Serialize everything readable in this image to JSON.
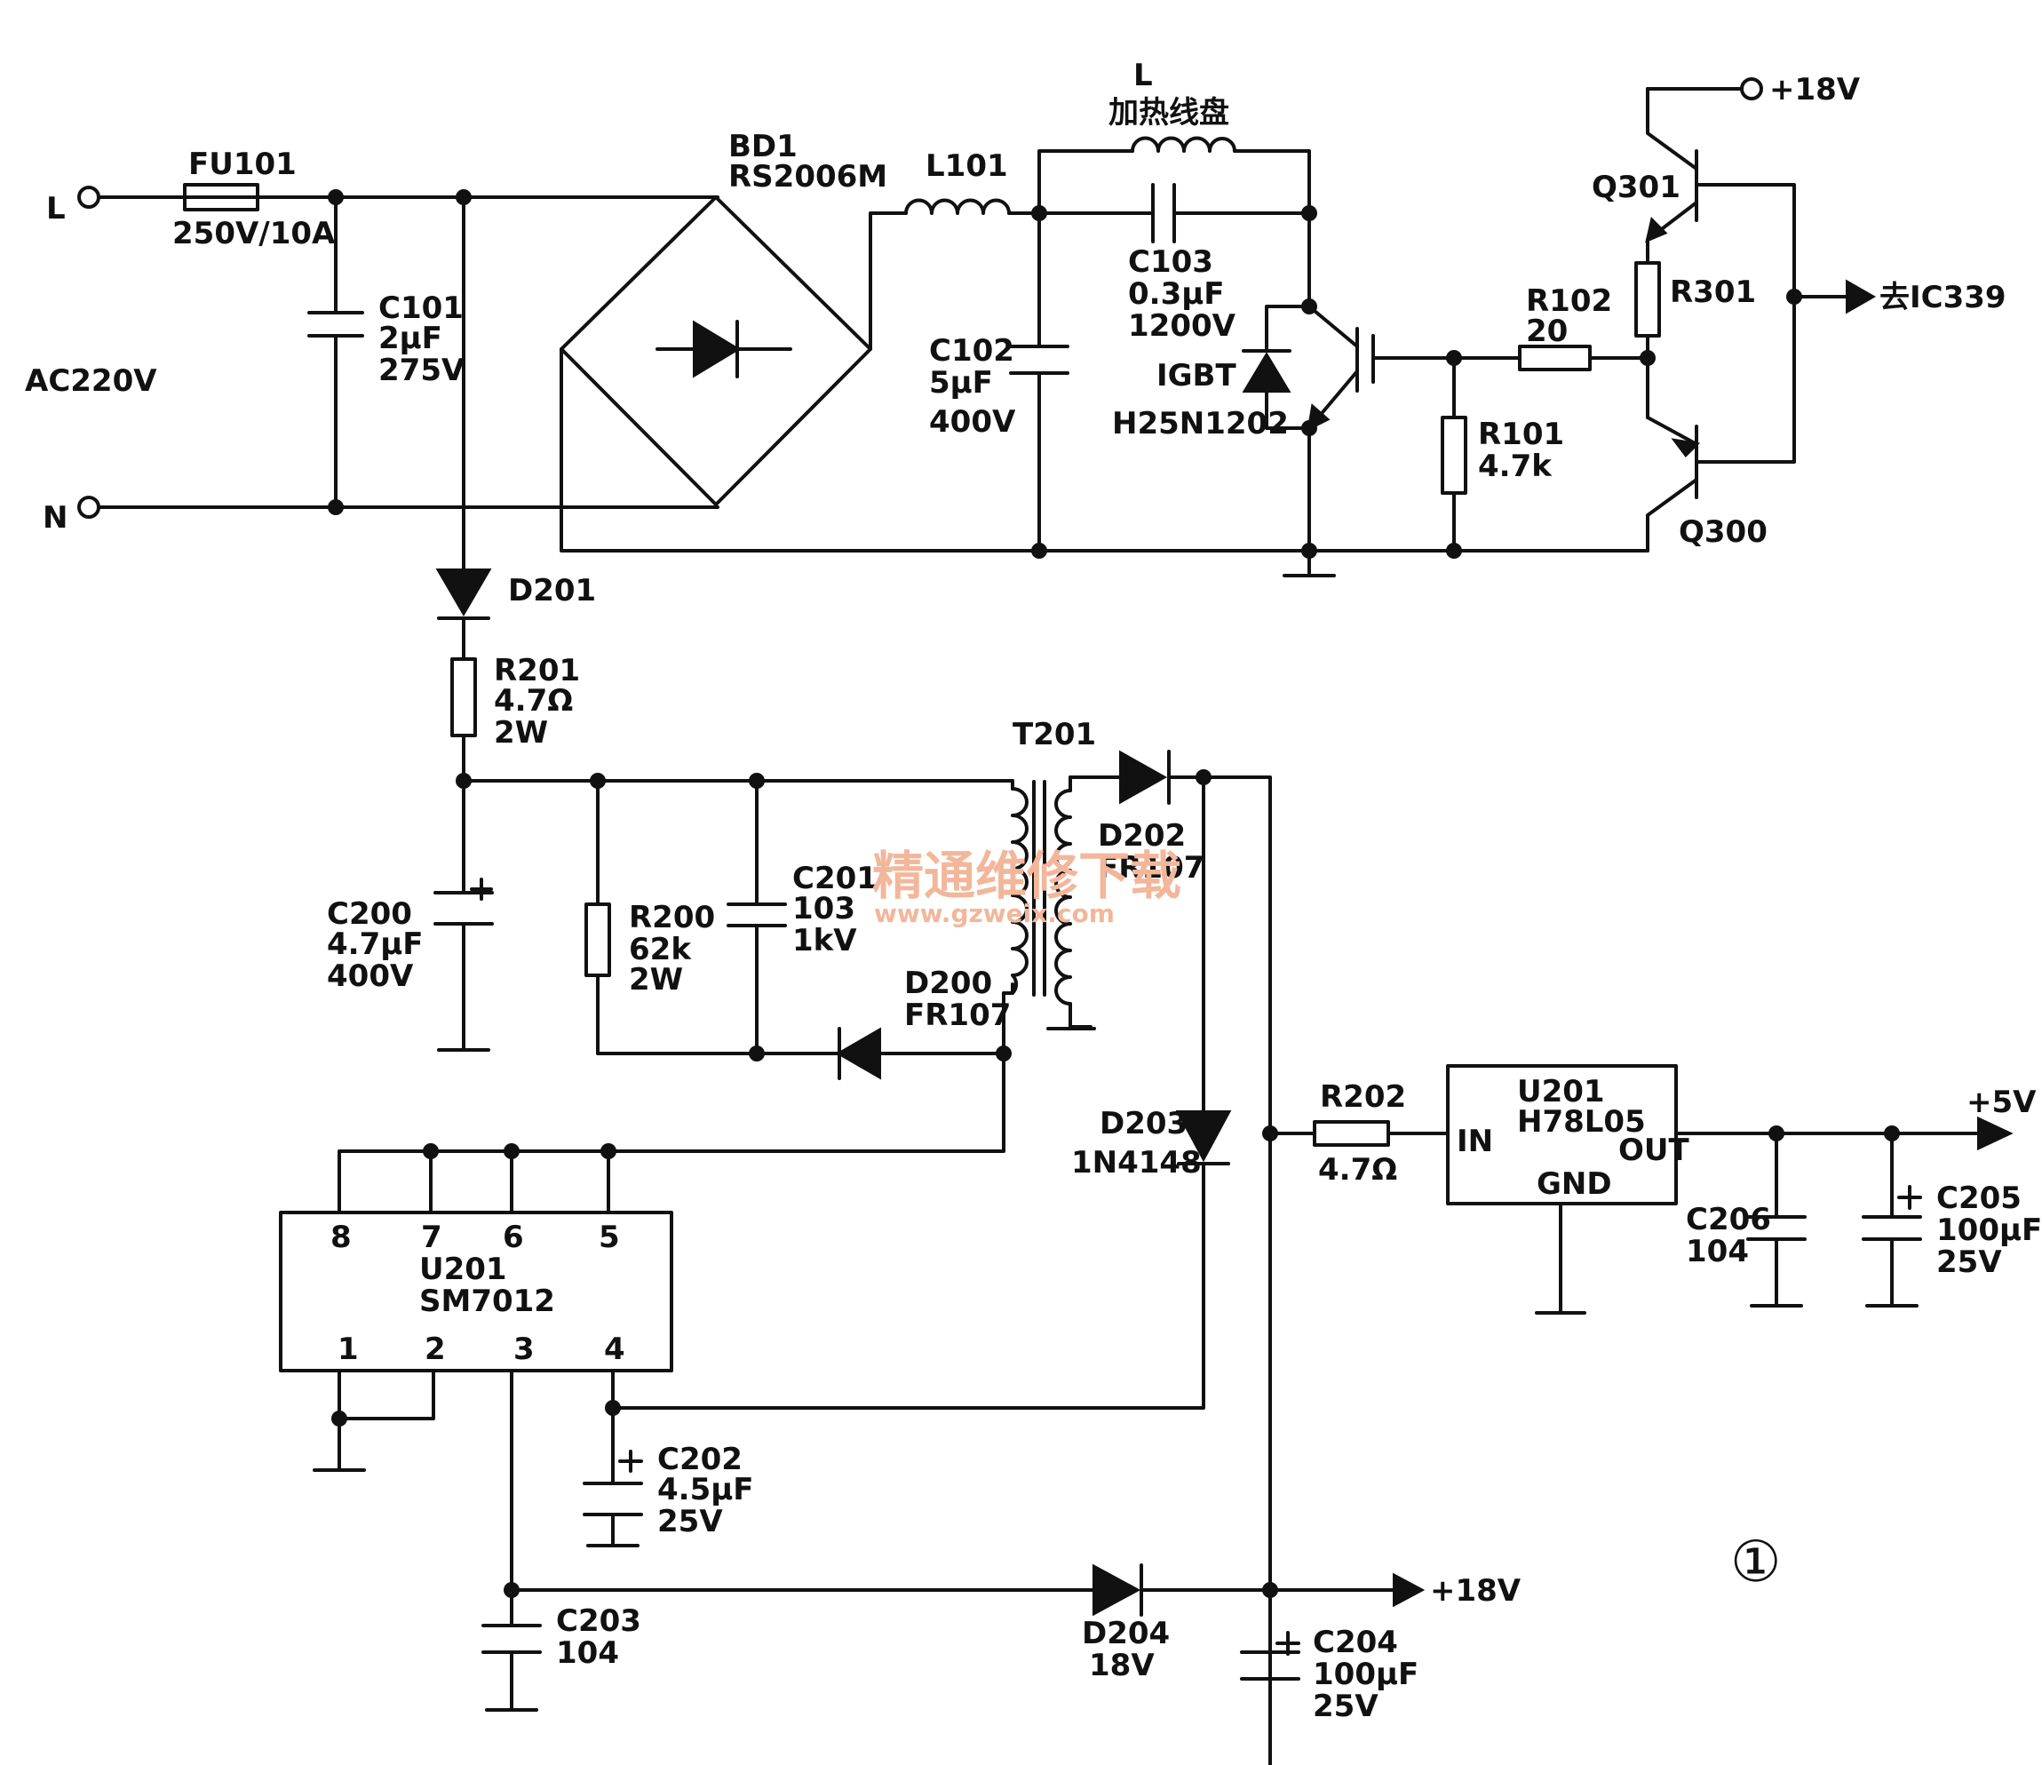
{
  "terminals": {
    "l": "L",
    "n": "N",
    "ac": "AC220V"
  },
  "fuse": {
    "ref": "FU101",
    "rating": "250V/10A"
  },
  "c101": {
    "ref": "C101",
    "value": "2μF",
    "voltage": "275V"
  },
  "bridge": {
    "ref": "BD1",
    "part": "RS2006M"
  },
  "l101": {
    "ref": "L101"
  },
  "coil": {
    "ref": "L",
    "name": "加热线盘"
  },
  "c102": {
    "ref": "C102",
    "value": "5μF",
    "voltage": "400V"
  },
  "c103": {
    "ref": "C103",
    "value": "0.3μF",
    "voltage": "1200V"
  },
  "igbt": {
    "label": "IGBT",
    "part": "H25N1202"
  },
  "r101": {
    "ref": "R101",
    "value": "4.7k"
  },
  "r102": {
    "ref": "R102",
    "value": "20"
  },
  "q301": {
    "ref": "Q301"
  },
  "q300": {
    "ref": "Q300"
  },
  "r301": {
    "ref": "R301"
  },
  "supply_top": {
    "label": "+18V"
  },
  "to_ic": {
    "label": "去IC339"
  },
  "d201": {
    "ref": "D201"
  },
  "r201": {
    "ref": "R201",
    "value": "4.7Ω",
    "power": "2W"
  },
  "c200": {
    "ref": "C200",
    "value": "4.7μF",
    "voltage": "400V"
  },
  "r200": {
    "ref": "R200",
    "value": "62k",
    "power": "2W"
  },
  "c201": {
    "ref": "C201",
    "value": "103",
    "voltage": "1kV"
  },
  "t201": {
    "ref": "T201"
  },
  "d202": {
    "ref": "D202",
    "part": "FR107"
  },
  "d200": {
    "ref": "D200",
    "part": "FR107"
  },
  "d203": {
    "ref": "D203",
    "part": "1N4148"
  },
  "r202": {
    "ref": "R202",
    "value": "4.7Ω"
  },
  "u201_reg": {
    "ref": "U201",
    "part": "H78L05",
    "pin_in": "IN",
    "pin_out": "OUT",
    "pin_gnd": "GND"
  },
  "supply_5v": {
    "label": "+5V"
  },
  "c206": {
    "ref": "C206",
    "value": "104"
  },
  "c205": {
    "ref": "C205",
    "value": "100μF",
    "voltage": "25V"
  },
  "u201_ic": {
    "ref": "U201",
    "part": "SM7012",
    "pins_top": [
      "8",
      "7",
      "6",
      "5"
    ],
    "pins_bottom": [
      "1",
      "2",
      "3",
      "4"
    ]
  },
  "c202": {
    "ref": "C202",
    "value": "4.5μF",
    "voltage": "25V"
  },
  "c203": {
    "ref": "C203",
    "value": "104"
  },
  "d204": {
    "ref": "D204",
    "value": "18V"
  },
  "supply_18v": {
    "label": "+18V"
  },
  "c204": {
    "ref": "C204",
    "value": "100μF",
    "voltage": "25V"
  },
  "figure_number": "①",
  "watermark": {
    "text": "精通维修下载",
    "url": "www.gzweix.com"
  }
}
